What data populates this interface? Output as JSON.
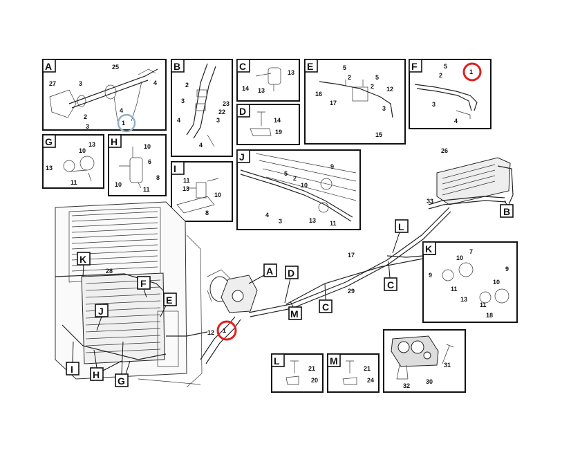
{
  "panels": {
    "A": {
      "letter": "A",
      "labels": [
        "25",
        "4",
        "27",
        "3",
        "2",
        "3",
        "4",
        "1"
      ]
    },
    "B": {
      "letter": "B",
      "labels": [
        "2",
        "3",
        "23",
        "22",
        "3",
        "4",
        "4"
      ]
    },
    "C": {
      "letter": "C",
      "labels": [
        "13",
        "14",
        "13"
      ]
    },
    "D": {
      "letter": "D",
      "labels": [
        "14",
        "19"
      ]
    },
    "E": {
      "letter": "E",
      "labels": [
        "5",
        "2",
        "5",
        "2",
        "12",
        "16",
        "17",
        "3",
        "15"
      ]
    },
    "F": {
      "letter": "F",
      "labels": [
        "5",
        "2",
        "1",
        "3",
        "4"
      ]
    },
    "G": {
      "letter": "G",
      "labels": [
        "10",
        "13",
        "13",
        "11"
      ]
    },
    "H": {
      "letter": "H",
      "labels": [
        "10",
        "6",
        "10",
        "8",
        "11"
      ]
    },
    "I": {
      "letter": "I",
      "labels": [
        "11",
        "13",
        "10",
        "8"
      ]
    },
    "J": {
      "letter": "J",
      "labels": [
        "9",
        "5",
        "2",
        "10",
        "4",
        "3",
        "13",
        "11"
      ]
    },
    "K": {
      "letter": "K",
      "labels": [
        "7",
        "10",
        "9",
        "11",
        "9",
        "10",
        "13",
        "11",
        "18"
      ]
    },
    "L": {
      "letter": "L",
      "labels": [
        "21",
        "20"
      ]
    },
    "M": {
      "letter": "M",
      "labels": [
        "21",
        "24"
      ]
    }
  },
  "main": {
    "labels": {
      "n26": "26",
      "n33": "33",
      "n17": "17",
      "n29": "29",
      "n28": "28",
      "n12": "12",
      "n1": "1",
      "n30": "30",
      "n31": "31",
      "n32": "32"
    },
    "tags": {
      "B": "B",
      "L": "L",
      "C1": "C",
      "K": "K",
      "A": "A",
      "D": "D",
      "M": "M",
      "C2": "C",
      "F": "F",
      "E": "E",
      "J": "J",
      "I": "I",
      "H": "H",
      "G": "G"
    }
  },
  "highlight_colors": {
    "red": "#e02020",
    "blue": "#8fb0c8"
  }
}
